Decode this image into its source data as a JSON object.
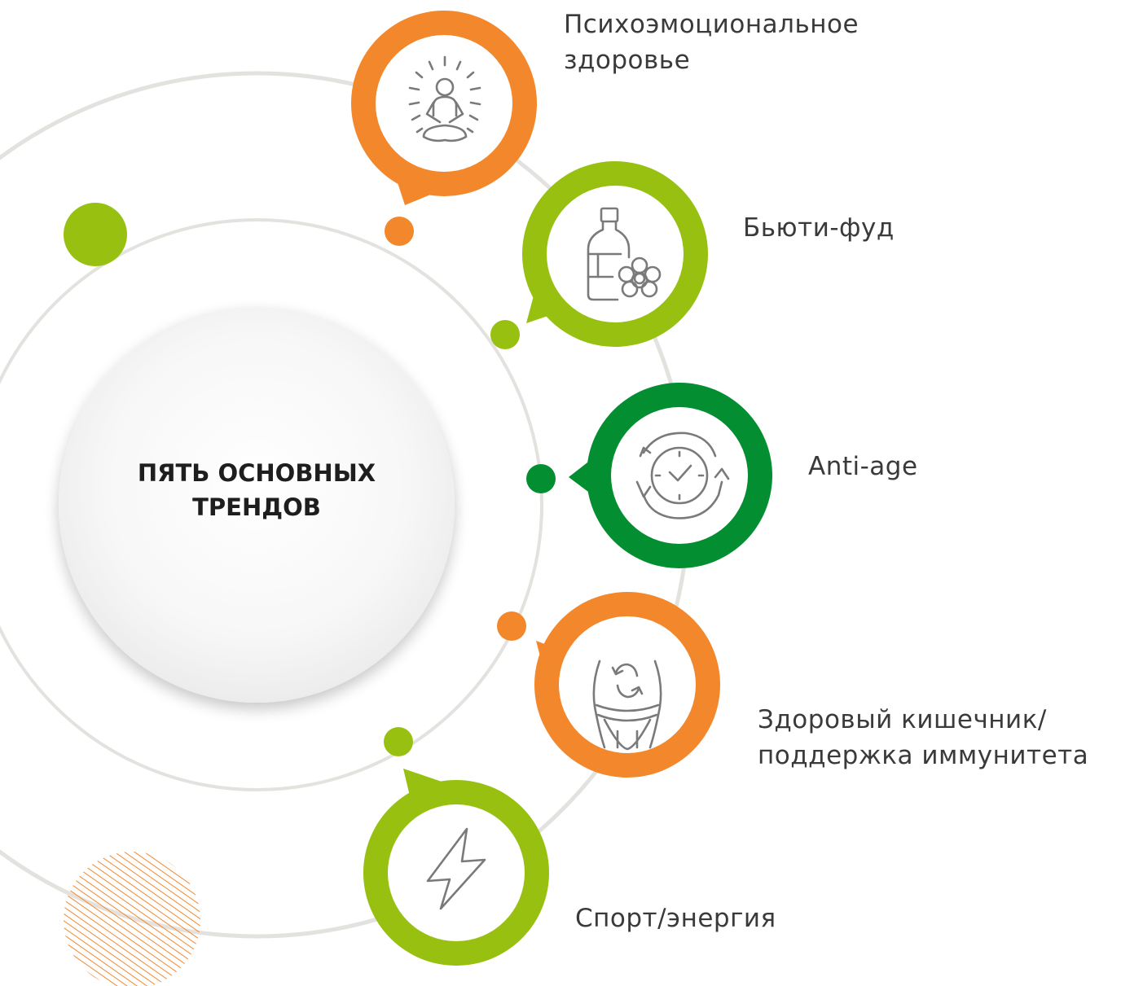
{
  "center": {
    "line1": "ПЯТЬ ОСНОВНЫХ",
    "line2": "ТРЕНДОВ"
  },
  "trends": [
    {
      "line1": "Психоэмоциональное",
      "line2": "здоровье",
      "color": "#f3872b",
      "icon": "meditation-icon"
    },
    {
      "line1": "Бьюти-фуд",
      "line2": "",
      "color": "#97c011",
      "icon": "bottle-flower-icon"
    },
    {
      "line1": "Anti-age",
      "line2": "",
      "color": "#038e31",
      "icon": "clock-cycle-icon"
    },
    {
      "line1": "Здоровый кишечник/",
      "line2": "поддержка иммунитета",
      "color": "#f3872b",
      "icon": "gut-cycle-icon"
    },
    {
      "line1": "Спорт/энергия",
      "line2": "",
      "color": "#97c011",
      "icon": "lightning-icon"
    }
  ],
  "colors": {
    "orange": "#f3872b",
    "light_green": "#97c011",
    "dark_green": "#038e31",
    "orbit": "#e4e2df",
    "icon_stroke": "#7a7a7a"
  }
}
